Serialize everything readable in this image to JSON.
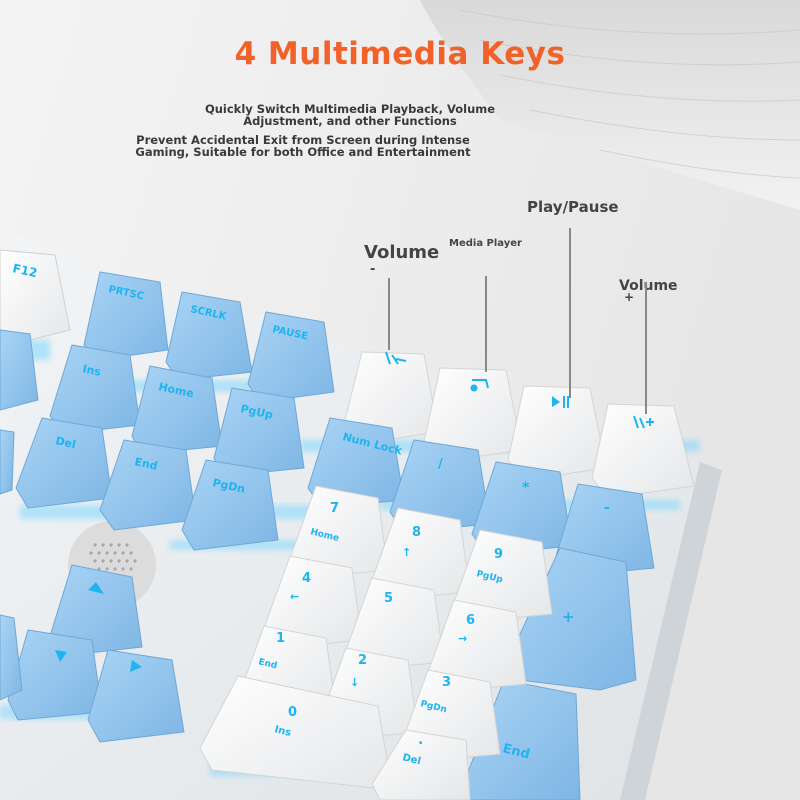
{
  "headline": "4 Multimedia Keys",
  "description": {
    "line1a": "Quickly Switch Multimedia Playback, Volume",
    "line1b": "Adjustment, and other Functions",
    "line2a": "Prevent Accidental Exit from Screen during Intense",
    "line2b": "Gaming, Suitable for both Office and Entertainment"
  },
  "callouts": {
    "play_pause": "Play/Pause",
    "volume_minus": "Volume",
    "volume_minus_sign": "-",
    "media_player": "Media Player",
    "volume_plus": "Volume",
    "volume_plus_sign": "+"
  },
  "colors": {
    "headline": "#f0622a",
    "blue_keycap": "#8ec1ea",
    "white_keycap": "#f7f7f7",
    "legend_glow": "#1fb4f0"
  },
  "keys": {
    "f12": "F12",
    "prtsc": "PRTSC",
    "scrlk": "SCRLK",
    "pause": "PAUSE",
    "ins": "Ins",
    "home": "Home",
    "pgup": "PgUp",
    "del": "Del",
    "end": "End",
    "pgdn": "PgDn",
    "numlock": "Num Lock",
    "slash": "/",
    "asterisk": "*",
    "minus": "-",
    "plus": "+",
    "enter": "End",
    "n7": "7",
    "n7sub": "Home",
    "n8": "8",
    "n8sub": "↑",
    "n9": "9",
    "n9sub": "PgUp",
    "n4": "4",
    "n4sub": "←",
    "n5": "5",
    "n6": "6",
    "n6sub": "→",
    "n1": "1",
    "n1sub": "End",
    "n2": "2",
    "n2sub": "↓",
    "n3": "3",
    "n3sub": "PgDn",
    "n0": "0",
    "n0sub": "Ins",
    "dot": ".",
    "dotsub": "Del",
    "vol_down_icon": "volume-down-icon",
    "media_icon": "music-note-icon",
    "play_icon": "play-pause-icon",
    "vol_up_icon": "volume-up-icon"
  }
}
